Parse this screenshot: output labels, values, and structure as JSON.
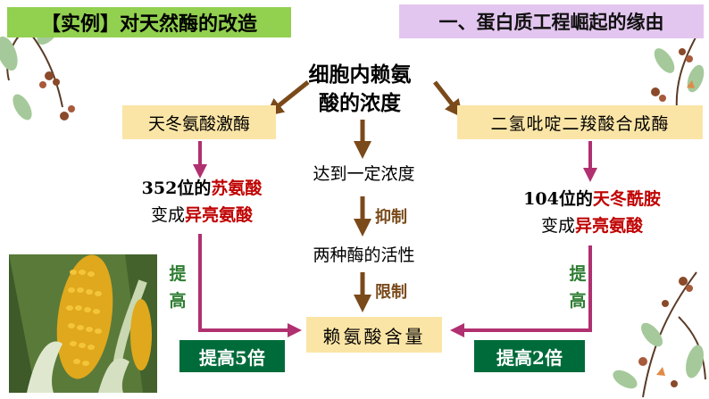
{
  "header": {
    "left_title": "【实例】对天然酶的改造",
    "right_title": "一、蛋白质工程崛起的缘由"
  },
  "diagram": {
    "top_node_line1": "细胞内赖氨",
    "top_node_line2": "酸的浓度",
    "left_enzyme": "天冬氨酸激酶",
    "right_enzyme": "二氢吡啶二羧酸合成酶",
    "left_mutation": {
      "pos": "352位的",
      "from": "苏氨酸",
      "verb": "变成",
      "to": "异亮氨酸"
    },
    "right_mutation": {
      "pos": "104位的",
      "from": "天冬酰胺",
      "verb": "变成",
      "to": "异亮氨酸"
    },
    "mid_step1": "达到一定浓度",
    "mid_label1": "抑制",
    "mid_step2": "两种酶的活性",
    "mid_label2": "限制",
    "result": "赖氨酸含量",
    "left_increase_v1": "提",
    "left_increase_v2": "高",
    "right_increase_v1": "提",
    "right_increase_v2": "高",
    "left_result": "提高5倍",
    "right_result": "提高2倍"
  },
  "colors": {
    "green_title": "#92d050",
    "purple_title": "#e3c6ef",
    "box_fill": "#fbe5a6",
    "footer_fill": "#006b3a",
    "arrow_brown": "#7a4a1a",
    "arrow_magenta": "#b03070",
    "highlight_red": "#c00000"
  },
  "images": {
    "corn": "corn-cob-photo",
    "decor": "floral-branch-decoration"
  }
}
